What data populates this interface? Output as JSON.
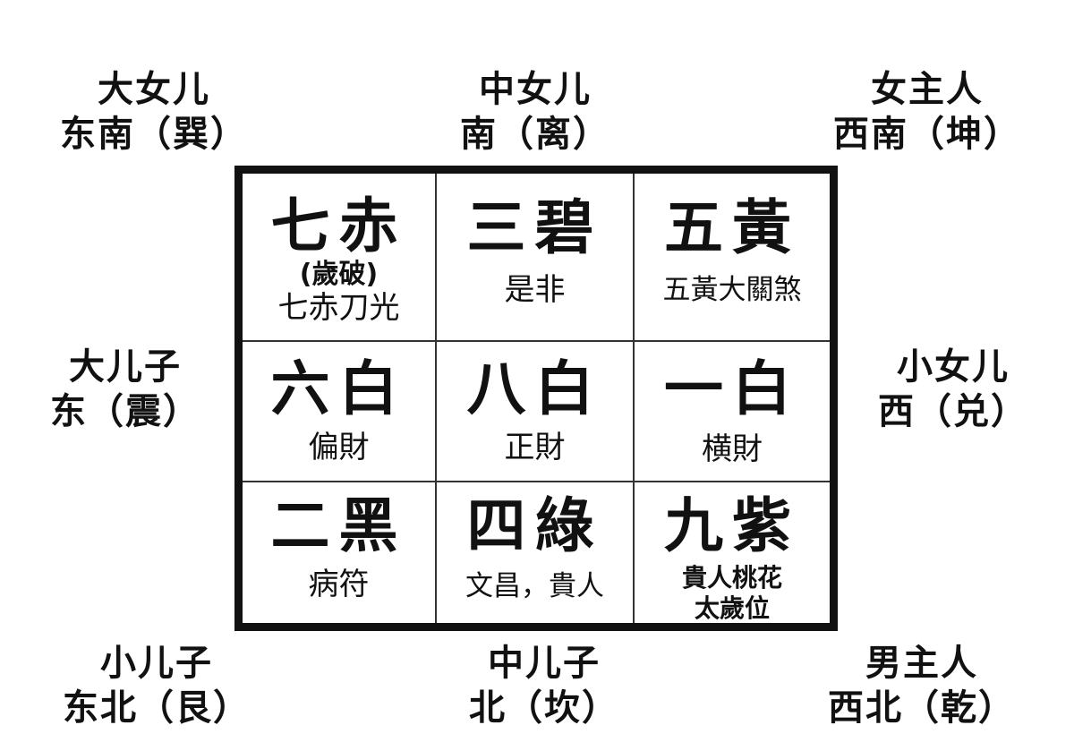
{
  "directions": {
    "top_left": {
      "person": "大女儿",
      "direction": "东南（巽）"
    },
    "top_center": {
      "person": "中女儿",
      "direction": "南（离）"
    },
    "top_right": {
      "person": "女主人",
      "direction": "西南（坤）"
    },
    "middle_left": {
      "person": "大儿子",
      "direction": "东（震）"
    },
    "middle_right": {
      "person": "小女儿",
      "direction": "西（兑）"
    },
    "bottom_left": {
      "person": "小儿子",
      "direction": "东北（艮）"
    },
    "bottom_center": {
      "person": "中儿子",
      "direction": "北（坎）"
    },
    "bottom_right": {
      "person": "男主人",
      "direction": "西北（乾）"
    }
  },
  "grid": {
    "top_left": {
      "star": "七赤",
      "lines": [
        "(歲破)",
        "七赤刀光"
      ]
    },
    "top_center": {
      "star": "三碧",
      "lines": [
        "是非"
      ]
    },
    "top_right": {
      "star": "五黃",
      "lines": [
        "五黃大關煞"
      ]
    },
    "middle_left": {
      "star": "六白",
      "lines": [
        "偏財"
      ]
    },
    "center": {
      "star": "八白",
      "lines": [
        "正財"
      ]
    },
    "middle_right": {
      "star": "一白",
      "lines": [
        "横財"
      ]
    },
    "bottom_left": {
      "star": "二黑",
      "lines": [
        "病符"
      ]
    },
    "bottom_center": {
      "star": "四綠",
      "lines": [
        "文昌，貴人"
      ]
    },
    "bottom_right": {
      "star": "九紫",
      "lines": [
        "貴人桃花",
        "太歲位"
      ]
    }
  }
}
